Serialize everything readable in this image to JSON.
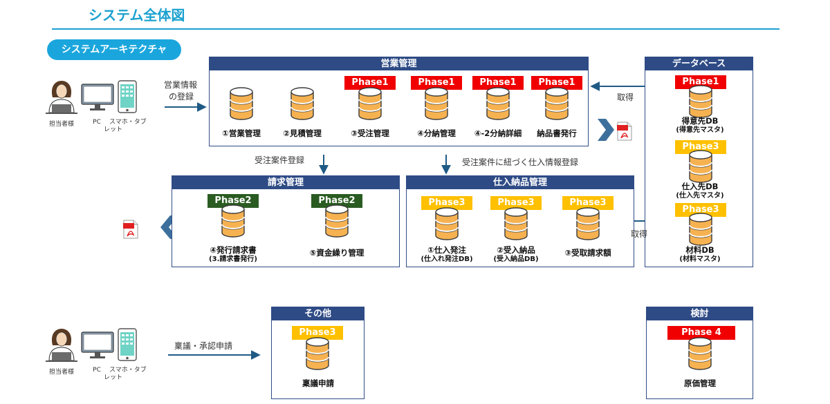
{
  "page_title": "システム全体図",
  "section_label": "システムアーキテクチャ",
  "users": {
    "person_label": "担当者様",
    "pc_label": "PC",
    "mobile_label_line1": "スマホ・タブ",
    "mobile_label_line2": "レット"
  },
  "flows": {
    "sales_info_line1": "営業情報",
    "sales_info_line2": "の登録",
    "order_register": "受注案件登録",
    "purchase_register": "受注案件に紐づく仕入情報登録",
    "fetch_top": "取得",
    "fetch_mid": "取得",
    "ringi": "稟議・承認申請"
  },
  "sales_panel": {
    "header": "営業管理",
    "items": [
      {
        "label": "①営業管理",
        "badge": ""
      },
      {
        "label": "②見積管理",
        "badge": ""
      },
      {
        "label": "③受注管理",
        "badge": "Phase1"
      },
      {
        "label": "④分納管理",
        "badge": "Phase1"
      },
      {
        "label": "④-2分納詳細",
        "badge": "Phase1"
      },
      {
        "label": "納品書発行",
        "badge": "Phase1"
      }
    ]
  },
  "billing_panel": {
    "header": "請求管理",
    "items": [
      {
        "label": "④発行請求書",
        "sub": "(3.請求書発行)",
        "badge": "Phase2"
      },
      {
        "label": "⑤資金繰り管理",
        "sub": "",
        "badge": "Phase2"
      }
    ]
  },
  "purchase_panel": {
    "header": "仕入納品管理",
    "items": [
      {
        "label": "①仕入発注",
        "sub": "(仕入れ発注DB)",
        "badge": "Phase3"
      },
      {
        "label": "②受入納品",
        "sub": "(受入納品DB)",
        "badge": "Phase3"
      },
      {
        "label": "③受取請求額",
        "sub": "",
        "badge": "Phase3"
      }
    ]
  },
  "database_panel": {
    "header": "データベース",
    "items": [
      {
        "label": "得意先DB",
        "sub": "(得意先マスタ)",
        "badge": "Phase1"
      },
      {
        "label": "仕入先DB",
        "sub": "(仕入先マスタ)",
        "badge": "Phase3"
      },
      {
        "label": "材料DB",
        "sub": "(材料マスタ)",
        "badge": "Phase3"
      }
    ]
  },
  "other_panel": {
    "header": "その他",
    "items": [
      {
        "label": "稟議申請",
        "badge": "Phase3"
      }
    ]
  },
  "review_panel": {
    "header": "検討",
    "items": [
      {
        "label": "原価管理",
        "badge": "Phase 4"
      }
    ]
  },
  "pdf_icon_text": "PDF",
  "colors": {
    "accent": "#1ba1d0",
    "panel_header": "#2e4b85",
    "db_fill": "#f6b251",
    "phase_red": "#f00000",
    "phase_yellow": "#ffc000",
    "phase_green": "#2a5c22",
    "arrow": "#1f5a85"
  }
}
